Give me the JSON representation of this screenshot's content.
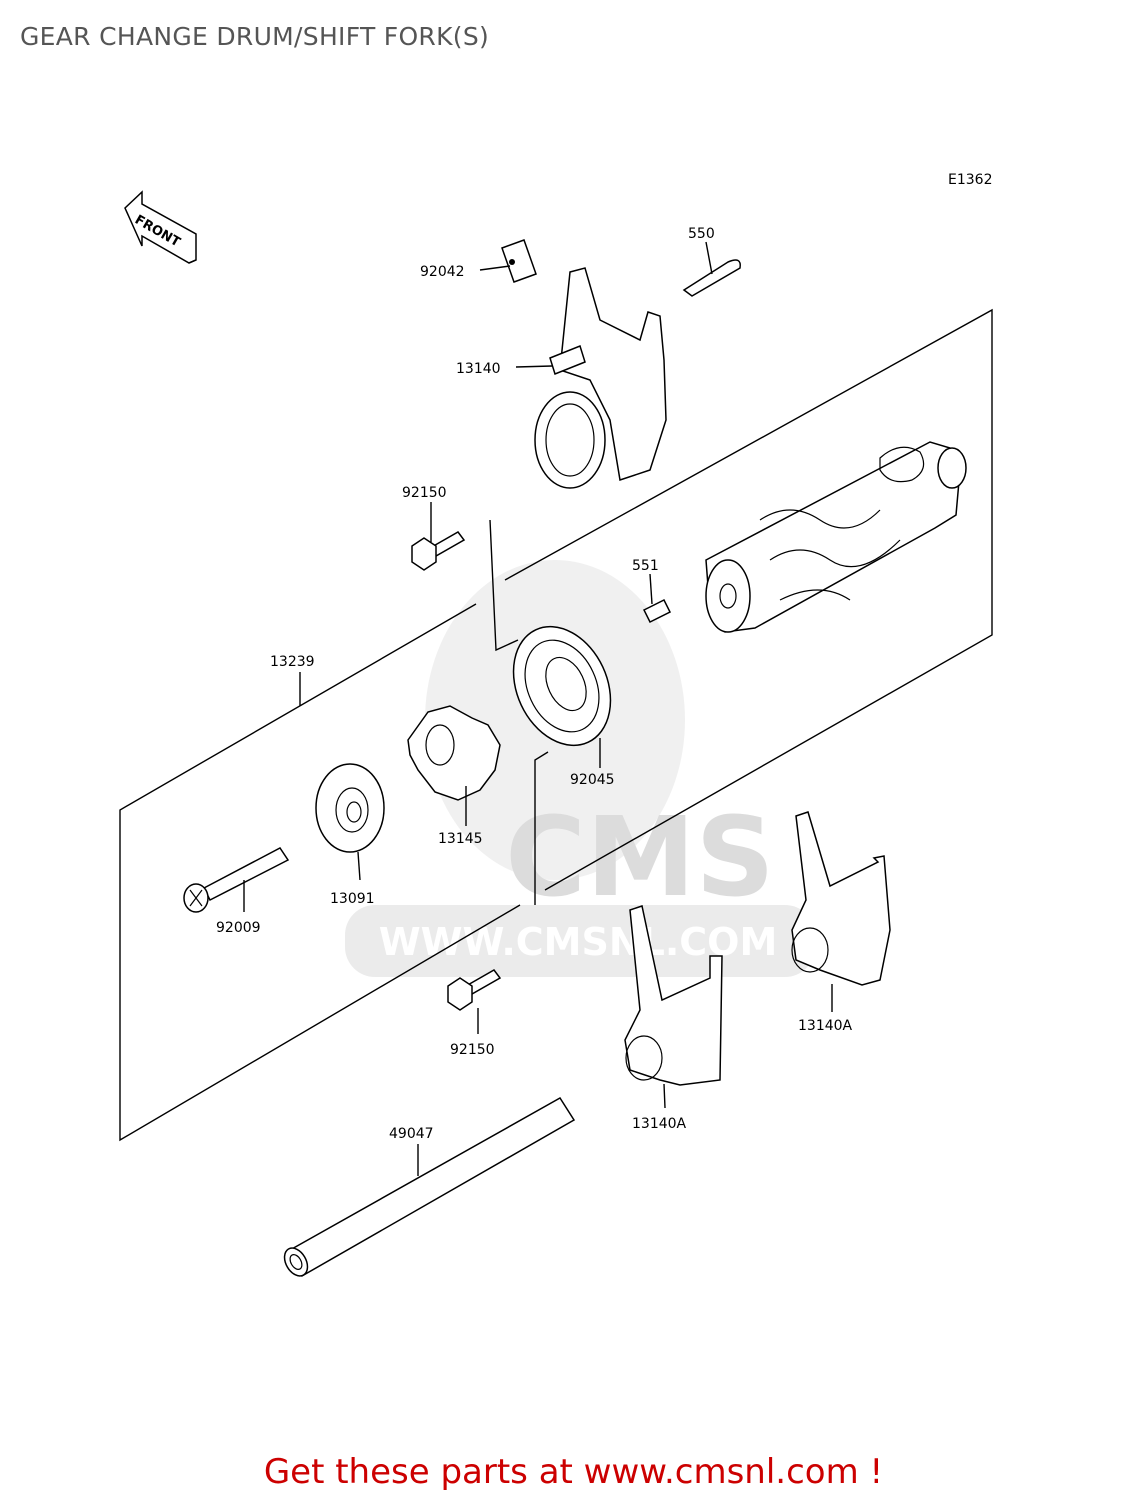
{
  "page": {
    "title": "GEAR CHANGE DRUM/SHIFT FORK(S)",
    "footer": "Get these parts at www.cmsnl.com !",
    "footer_color": "#cc0000"
  },
  "diagram": {
    "code": "E1362",
    "front_label": "FRONT",
    "watermark": {
      "logo": "CMS",
      "url": "WWW.CMSNL.COM"
    },
    "callouts": {
      "c92042": "92042",
      "c550": "550",
      "c13140": "13140",
      "c92150_top": "92150",
      "c551": "551",
      "c13239": "13239",
      "c92045": "92045",
      "c13145": "13145",
      "c13091": "13091",
      "c92009": "92009",
      "c92150_bottom": "92150",
      "c13140A_right": "13140A",
      "c13140A_left": "13140A",
      "c49047": "49047"
    }
  }
}
